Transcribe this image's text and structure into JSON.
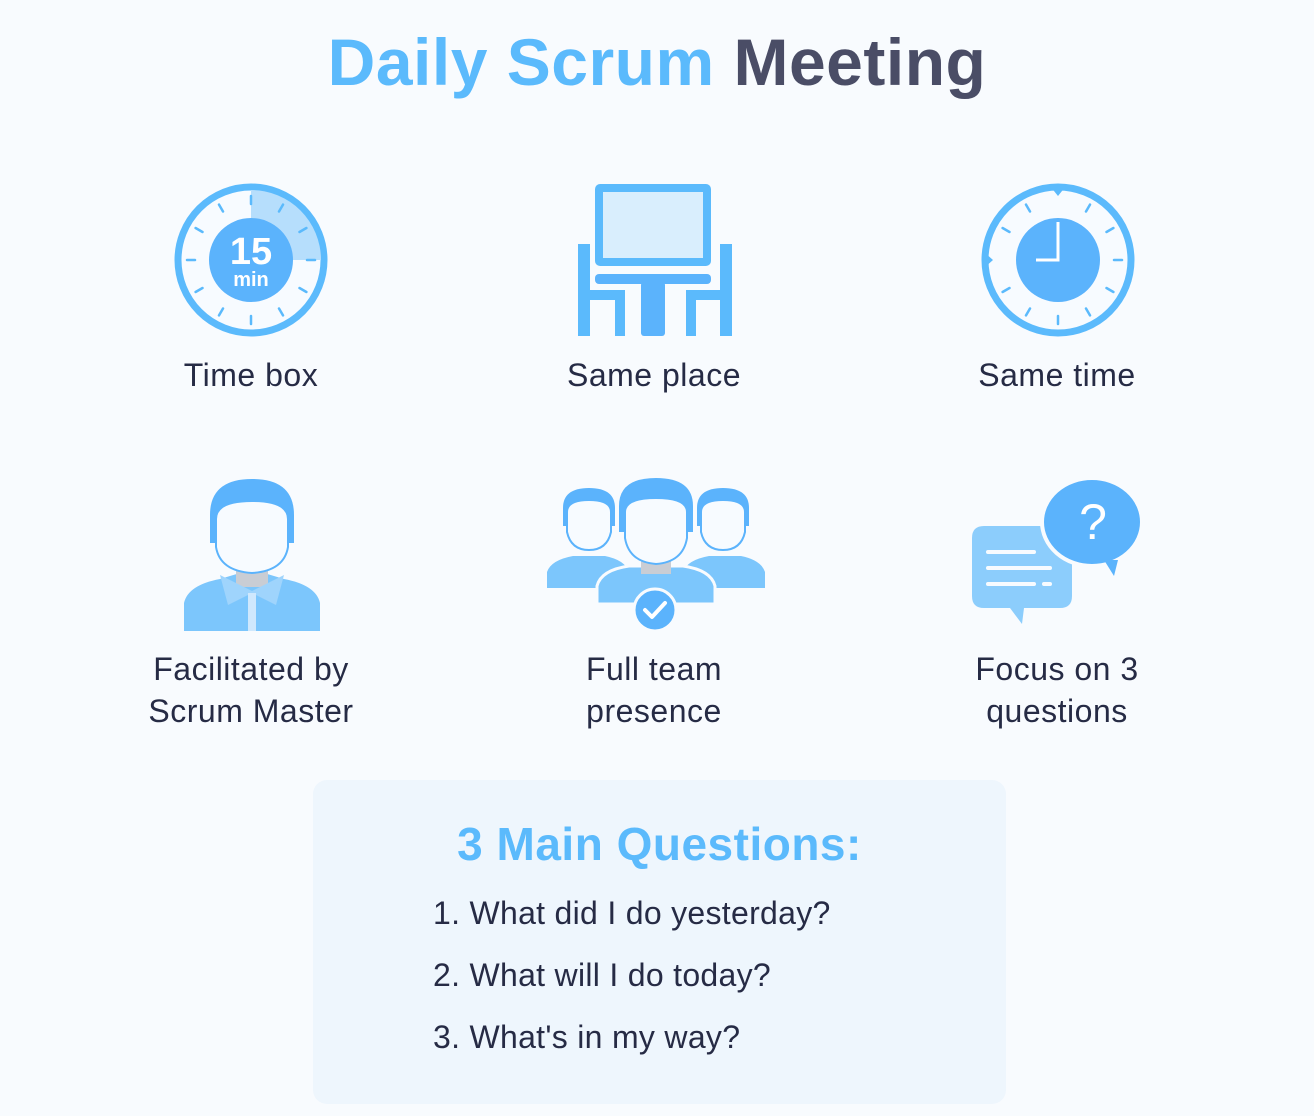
{
  "header": {
    "title_accent": "Daily Scrum",
    "title_dark": "Meeting"
  },
  "colors": {
    "accent": "#5bbafc",
    "accent_light": "#b6defc",
    "dark_text": "#262b45",
    "title_dark": "#4a4d66",
    "background": "#f8fbfe",
    "box_background": "#eef6fd"
  },
  "items": [
    {
      "label": "Time box",
      "icon": "timer-15min-icon",
      "timer_number": "15",
      "timer_unit": "min"
    },
    {
      "label": "Same place",
      "icon": "meeting-table-icon"
    },
    {
      "label": "Same time",
      "icon": "clock-icon"
    },
    {
      "label_line1": "Facilitated by",
      "label_line2": "Scrum Master",
      "icon": "person-icon"
    },
    {
      "label_line1": "Full team",
      "label_line2": "presence",
      "icon": "team-check-icon"
    },
    {
      "label_line1": "Focus on 3",
      "label_line2": "questions",
      "icon": "chat-question-icon"
    }
  ],
  "questions_box": {
    "title": "3 Main Questions:",
    "questions": [
      "1. What did I do yesterday?",
      "2. What will I do today?",
      "3. What's in my way?"
    ]
  }
}
